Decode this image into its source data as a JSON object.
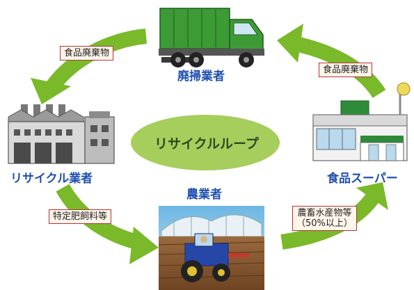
{
  "center": {
    "label": "リサイクルループ"
  },
  "nodes": {
    "collector": {
      "label": "廃掃業者"
    },
    "recycler": {
      "label": "リサイクル業者"
    },
    "supermarket": {
      "label": "食品スーパー"
    },
    "farmer": {
      "label": "農業者"
    }
  },
  "edges": {
    "supermarket_to_collector": {
      "label": "食品廃棄物"
    },
    "collector_to_recycler": {
      "label": "食品廃棄物"
    },
    "recycler_to_farmer": {
      "label": "特定肥飼料等"
    },
    "farmer_to_supermarket": {
      "line1": "農畜水産物等",
      "line2": "（50%以上）"
    }
  },
  "colors": {
    "arrow": "#7ab929",
    "node_label": "#1f4fb0",
    "edge_border": "#b3343a",
    "center_fill": "#a6ce5c",
    "truck": "#3d9b35"
  }
}
